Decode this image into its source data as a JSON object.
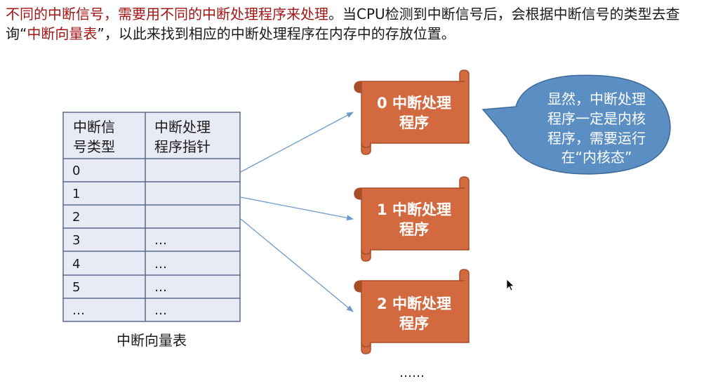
{
  "heading": {
    "red_part_1": "不同的中断信号，需要用不同的中断处理程序来处理",
    "black_part_1": "。当CPU检测到中断信号后，会根据中断信号的类型去查询“",
    "red_part_2": "中断向量表",
    "black_part_2": "”，以此来找到相应的中断处理程序在内存中的存放位置。"
  },
  "table": {
    "header_col1_line1": "中断信",
    "header_col1_line2": "号类型",
    "header_col2_line1": "中断处理",
    "header_col2_line2": "程序指针",
    "rows": [
      {
        "type": "0",
        "pointer": ""
      },
      {
        "type": "1",
        "pointer": ""
      },
      {
        "type": "2",
        "pointer": ""
      },
      {
        "type": "3",
        "pointer": "…"
      },
      {
        "type": "4",
        "pointer": "…"
      },
      {
        "type": "5",
        "pointer": "…"
      },
      {
        "type": "…",
        "pointer": "…"
      }
    ],
    "caption": "中断向量表"
  },
  "scrolls": [
    {
      "line1": "0 中断处理",
      "line2": "程序"
    },
    {
      "line1": "1 中断处理",
      "line2": "程序"
    },
    {
      "line1": "2 中断处理",
      "line2": "程序"
    }
  ],
  "more": "……",
  "bubble": {
    "line1": "显然，中断处理",
    "line2": "程序一定是内核",
    "line3": "程序，需要运行",
    "line4": "在“内核态”"
  },
  "colors": {
    "accent_red": "#a31515",
    "scroll_fill": "#d2693f",
    "scroll_edge": "#a84f2a",
    "bubble_fill": "#5b8fc4",
    "table_fill": "#e8ebf5",
    "arrow": "#6b9bc7"
  }
}
